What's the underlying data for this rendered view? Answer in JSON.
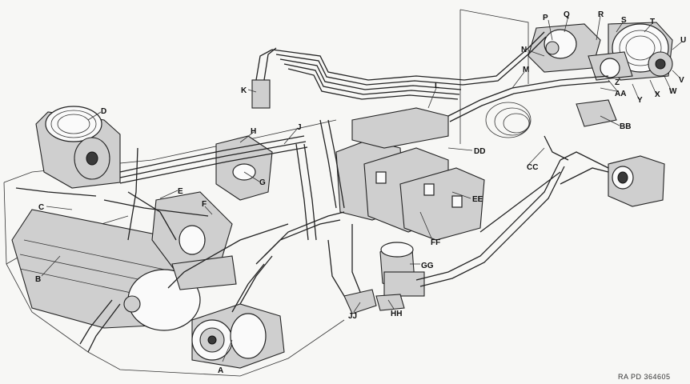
{
  "callouts": [
    "A",
    "B",
    "C",
    "D",
    "E",
    "F",
    "G",
    "H",
    "J",
    "K",
    "L",
    "M",
    "N",
    "P",
    "Q",
    "R",
    "S",
    "T",
    "U",
    "V",
    "W",
    "X",
    "Y",
    "Z",
    "AA",
    "BB",
    "CC",
    "DD",
    "EE",
    "FF",
    "GG",
    "HH",
    "JJ"
  ],
  "reference": "RA PD 364605"
}
